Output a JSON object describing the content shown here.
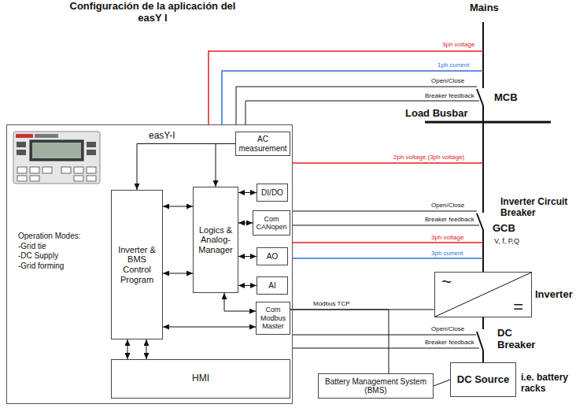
{
  "diagram": {
    "title": "Configuración de la aplicación del easY I",
    "nodes": [
      {
        "text": [
          "easY-I",
          "Operation Modes:",
          "-Grid tie",
          "-DC Supply",
          "-Grid forming"
        ]
      },
      {
        "text": [
          "AC measurement"
        ],
        "in": 0
      },
      {
        "text": [
          "Inverter & BMS Control Program"
        ],
        "in": 0
      },
      {
        "text": [
          "Logics & Analog-Manager"
        ],
        "in": 0
      },
      {
        "text": [
          "DI/DO"
        ],
        "in": 0
      },
      {
        "text": [
          "Com CANopen"
        ],
        "in": 0
      },
      {
        "text": [
          "AO"
        ],
        "in": 0
      },
      {
        "text": [
          "AI"
        ],
        "in": 0
      },
      {
        "text": [
          "Com Modbus Master"
        ],
        "in": 0
      },
      {
        "text": [
          "HMI"
        ],
        "in": 0
      },
      {
        "text": [
          "~",
          "=",
          "Inverter"
        ]
      },
      {
        "text": [
          "Battery Management System (BMS)"
        ]
      },
      {
        "text": [
          "DC Source"
        ]
      }
    ],
    "edges": [
      {
        "from": 1,
        "to": 2,
        "arrow": "to"
      },
      {
        "from": 1,
        "to": 3,
        "arrow": "to"
      },
      {
        "from": 2,
        "to": 3,
        "arrow": "both"
      },
      {
        "from": 2,
        "to": 3,
        "arrow": "both"
      },
      {
        "from": 3,
        "to": 4,
        "arrow": "both"
      },
      {
        "from": 3,
        "to": 5,
        "arrow": "both"
      },
      {
        "from": 3,
        "to": 6,
        "arrow": "both"
      },
      {
        "from": 3,
        "to": 7,
        "arrow": "both"
      },
      {
        "from": 3,
        "to": 8,
        "arrow": "both"
      },
      {
        "from": 2,
        "to": 8,
        "arrow": "both"
      },
      {
        "from": 2,
        "to": 9,
        "arrow": "both"
      },
      {
        "from": 2,
        "to": 9,
        "arrow": "both"
      },
      {
        "from": 8,
        "to": 10,
        "label": "Modbus TCP",
        "arrow": "none"
      },
      {
        "from": 8,
        "to": 11,
        "arrow": "none"
      },
      {
        "from": 11,
        "to": 12,
        "arrow": "none"
      },
      {
        "from": 10,
        "to": 12,
        "arrow": "none"
      }
    ],
    "labels": [
      "Mains",
      "3ph voltage",
      "1ph current",
      "Open/Close",
      "Breaker feedback",
      "MCB",
      "Load Busbar",
      "2ph voltage (3ph voltage)",
      "Open/Close",
      "Breaker feedback",
      "Inverter Circuit Breaker",
      "GCB",
      "3ph voltage",
      "V, f, P,Q",
      "3ph current",
      "Open/Close",
      "Breaker feedback",
      "DC Breaker",
      "i.e. battery racks"
    ]
  }
}
